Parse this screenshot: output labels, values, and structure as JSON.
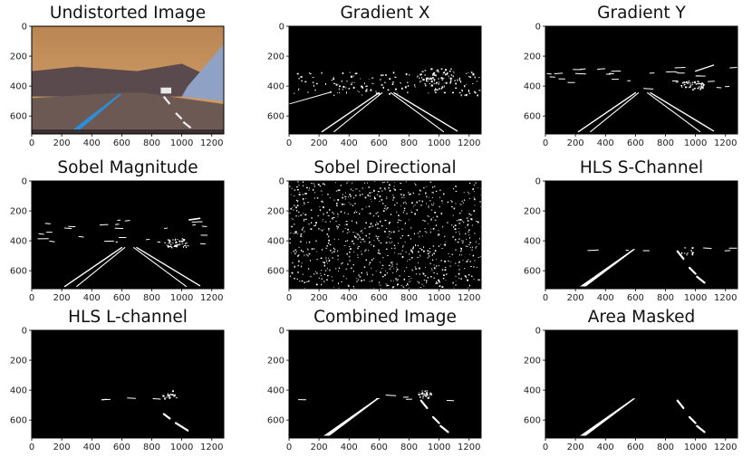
{
  "figure": {
    "panels": [
      {
        "id": "undistorted",
        "title": "Undistorted Image",
        "kind": "photo"
      },
      {
        "id": "gradx",
        "title": "Gradient X",
        "kind": "gradx"
      },
      {
        "id": "grady",
        "title": "Gradient Y",
        "kind": "grady"
      },
      {
        "id": "sobelmag",
        "title": "Sobel Magnitude",
        "kind": "mag"
      },
      {
        "id": "sobeldir",
        "title": "Sobel Directional",
        "kind": "dir"
      },
      {
        "id": "hlss",
        "title": "HLS S-Channel",
        "kind": "s"
      },
      {
        "id": "hlsl",
        "title": "HLS L-channel",
        "kind": "l"
      },
      {
        "id": "combined",
        "title": "Combined Image",
        "kind": "combined"
      },
      {
        "id": "masked",
        "title": "Area Masked",
        "kind": "masked"
      }
    ],
    "x_ticks": [
      "0",
      "200",
      "400",
      "600",
      "800",
      "1000",
      "1200"
    ],
    "y_ticks": [
      "0",
      "200",
      "400",
      "600"
    ],
    "image_width": 1280,
    "image_height": 720
  }
}
